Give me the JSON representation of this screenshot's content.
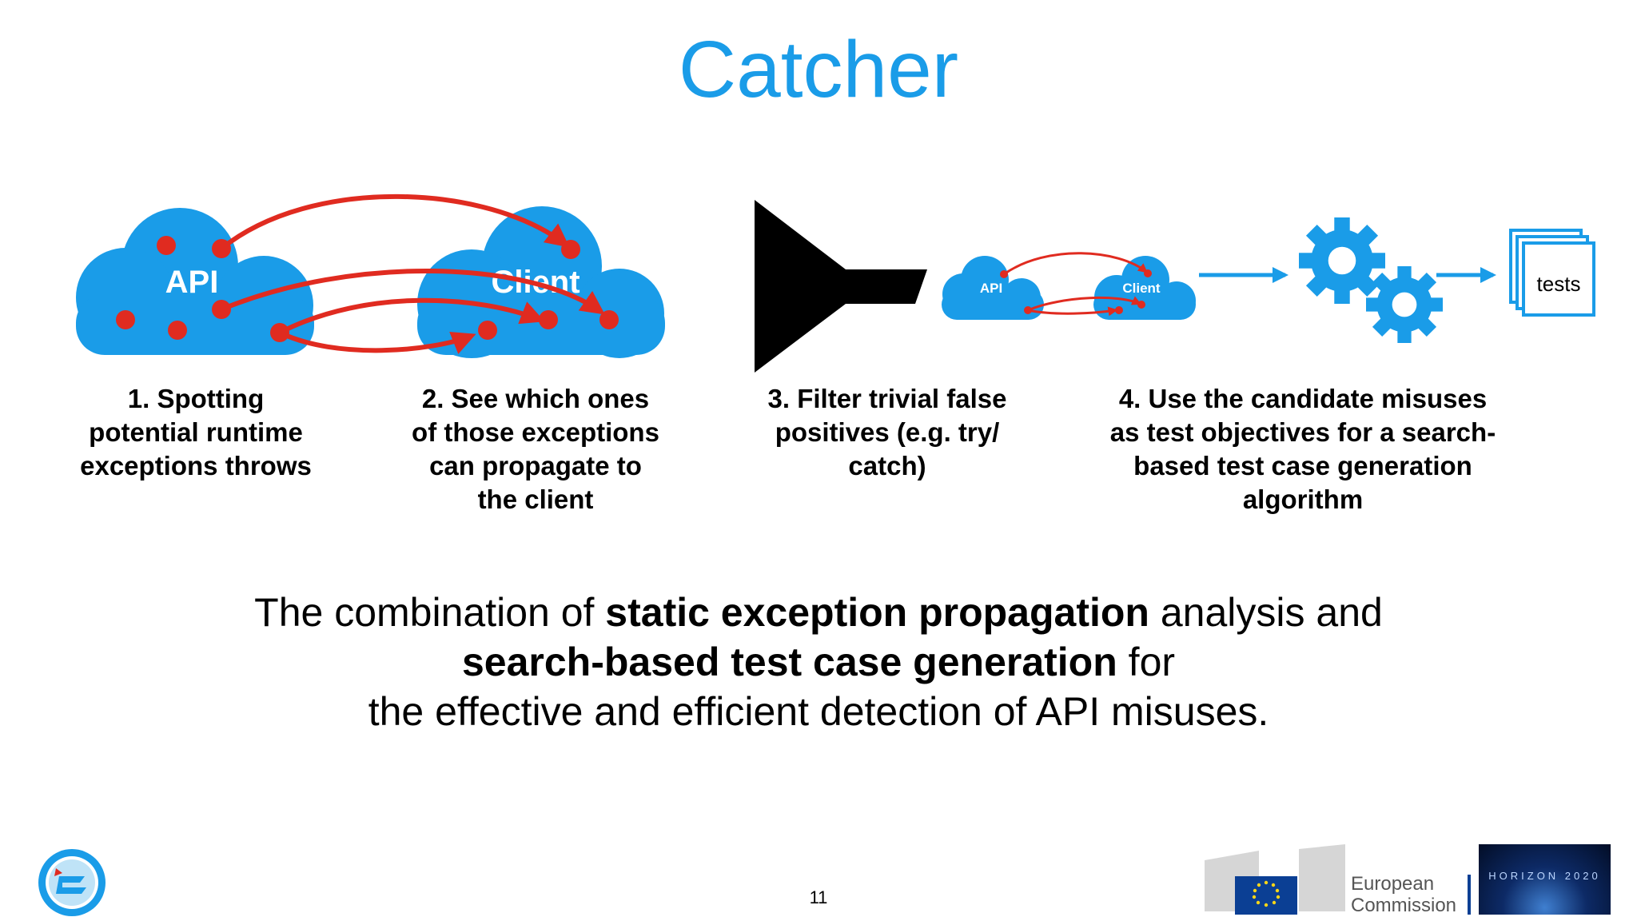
{
  "slide": {
    "title": "Catcher",
    "colors": {
      "accent": "#1a9ce8",
      "arrow": "#e02b20",
      "funnel": "#000000"
    }
  },
  "diagram": {
    "cloud_api": "API",
    "cloud_client": "Client",
    "small_cloud_api": "API",
    "small_cloud_client": "Client",
    "tests_label": "tests",
    "icons": [
      "cloud-icon",
      "funnel-icon",
      "gear-icon",
      "document-stack-icon"
    ]
  },
  "steps": [
    {
      "lines": [
        "1. Spotting",
        "potential runtime",
        "exceptions throws"
      ]
    },
    {
      "lines": [
        "2. See which ones",
        "of those exceptions",
        "can propagate to",
        "the client"
      ]
    },
    {
      "lines": [
        "3. Filter trivial false",
        "positives (e.g. try/",
        "catch)"
      ]
    },
    {
      "lines": [
        "4. Use the candidate misuses",
        "as test objectives for a search-",
        "based test case generation",
        "algorithm"
      ]
    }
  ],
  "summary": {
    "line1_a": "The combination of ",
    "line1_b": "static exception propagation",
    "line1_c": " analysis and",
    "line2_a": "search-based test case generation",
    "line2_b": " for",
    "line3": "the effective and efficient detection of API misuses."
  },
  "footer": {
    "page_number": "11",
    "ec_line1": "European",
    "ec_line2": "Commission",
    "horizon_text": "HORIZON 2020"
  }
}
